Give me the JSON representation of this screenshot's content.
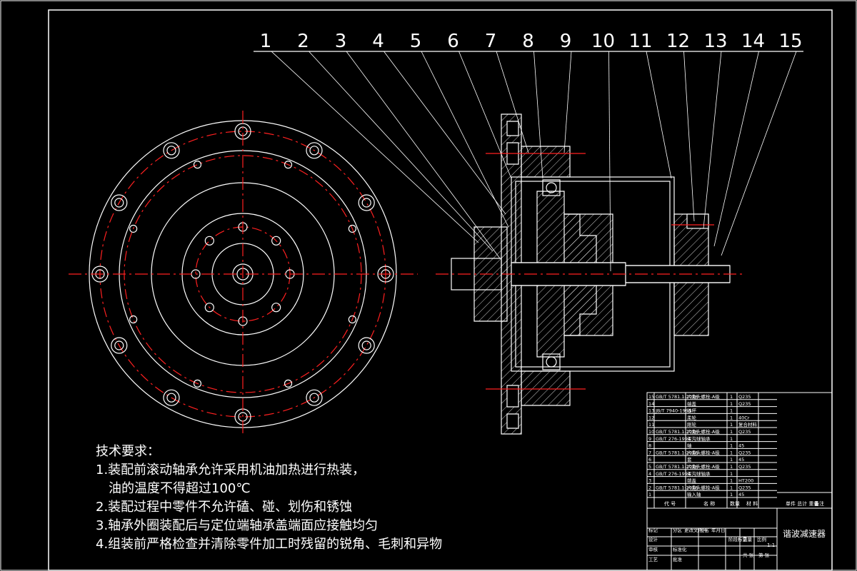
{
  "callouts": [
    "1",
    "2",
    "3",
    "4",
    "5",
    "6",
    "7",
    "8",
    "9",
    "10",
    "11",
    "12",
    "13",
    "14",
    "15"
  ],
  "technical_requirements": {
    "title": "技术要求：",
    "items": [
      "1.装配前滚动轴承允许采用机油加热进行热装，",
      "油的温度不得超过100℃",
      "2.装配过程中零件不允许磕、碰、划伤和锈蚀",
      "3.轴承外圈装配后与定位端轴承盖端面应接触均匀",
      "4.组装前严格检查并清除零件加工时残留的锐角、毛刺和异物"
    ]
  },
  "title_block": {
    "drawing_name": "谐波减速器",
    "scale": "1:1",
    "header": {
      "code": "代 号",
      "name": "名 称",
      "qty": "数量",
      "material": "材 料",
      "weight": "单件 总计 重量",
      "remark": "备注"
    },
    "footer_labels": [
      "标记",
      "设计",
      "审核",
      "工艺",
      "分区",
      "更改文件号",
      "签名",
      "年月日",
      "标准化",
      "批准",
      "阶段标记",
      "重量",
      "比例",
      "共 张",
      "第 张"
    ],
    "parts": [
      {
        "no": "15",
        "code": "GB/T 5781.1-2016",
        "name": "六角头螺栓-A级",
        "qty": "1",
        "material": "Q235"
      },
      {
        "no": "14",
        "code": "",
        "name": "端盖",
        "qty": "1",
        "material": "Q235"
      },
      {
        "no": "13",
        "code": "JB/T 7940-1995",
        "name": "油杯",
        "qty": "1",
        "material": ""
      },
      {
        "no": "12",
        "code": "",
        "name": "柔轮",
        "qty": "1",
        "material": "40Cr"
      },
      {
        "no": "11",
        "code": "",
        "name": "刚轮",
        "qty": "1",
        "material": "复合材料"
      },
      {
        "no": "10",
        "code": "GB/T 5781.1-2016",
        "name": "六角头螺栓-A级",
        "qty": "1",
        "material": "Q235"
      },
      {
        "no": "9",
        "code": "GB/T 276-1994",
        "name": "深沟球轴承",
        "qty": "1",
        "material": ""
      },
      {
        "no": "8",
        "code": "",
        "name": "轴",
        "qty": "1",
        "material": "45"
      },
      {
        "no": "7",
        "code": "GB/T 5781.1-2016",
        "name": "六角头螺栓-A级",
        "qty": "1",
        "material": "Q235"
      },
      {
        "no": "6",
        "code": "",
        "name": "套",
        "qty": "1",
        "material": "45"
      },
      {
        "no": "5",
        "code": "GB/T 5781.1-2016",
        "name": "六角头螺栓-A级",
        "qty": "1",
        "material": "Q235"
      },
      {
        "no": "4",
        "code": "GB/T 276-1994",
        "name": "深沟球轴承",
        "qty": "1",
        "material": ""
      },
      {
        "no": "3",
        "code": "",
        "name": "端盖",
        "qty": "1",
        "material": "HT200"
      },
      {
        "no": "2",
        "code": "GB/T 5781.1-2016",
        "name": "六角头螺栓-A级",
        "qty": "1",
        "material": "Q235"
      },
      {
        "no": "1",
        "code": "",
        "name": "输入轴",
        "qty": "1",
        "material": "45"
      }
    ]
  },
  "colors": {
    "background": "#000000",
    "line": "#ffffff",
    "centerline": "#ff2020",
    "hatch": "#ffffff"
  }
}
